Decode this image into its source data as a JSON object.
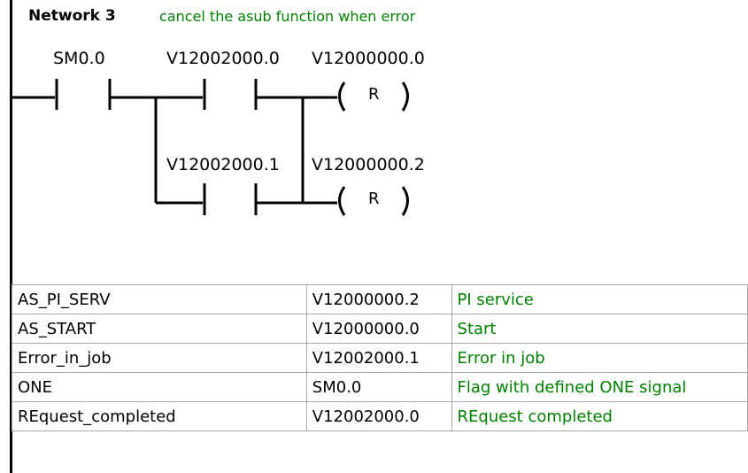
{
  "network": {
    "title": "Network 3",
    "comment": "cancel the asub function when error"
  },
  "rung": {
    "contacts": [
      {
        "address": "SM0.0"
      },
      {
        "address": "V12002000.0"
      },
      {
        "address": "V12002000.1"
      }
    ],
    "coils": [
      {
        "address": "V12000000.0",
        "type": "R"
      },
      {
        "address": "V12000000.2",
        "type": "R"
      }
    ]
  },
  "symbol_table": {
    "rows": [
      {
        "symbol": "AS_PI_SERV",
        "address": "V12000000.2",
        "comment": "PI service"
      },
      {
        "symbol": "AS_START",
        "address": "V12000000.0",
        "comment": "Start"
      },
      {
        "symbol": "Error_in_job",
        "address": "V12002000.1",
        "comment": "Error in job"
      },
      {
        "symbol": "ONE",
        "address": "SM0.0",
        "comment": "Flag with defined ONE signal"
      },
      {
        "symbol": "REquest_completed",
        "address": "V12002000.0",
        "comment": "REquest completed"
      }
    ]
  },
  "colors": {
    "comment_text": "#008000",
    "grid": "#a8a8a8",
    "wire": "#000000"
  }
}
